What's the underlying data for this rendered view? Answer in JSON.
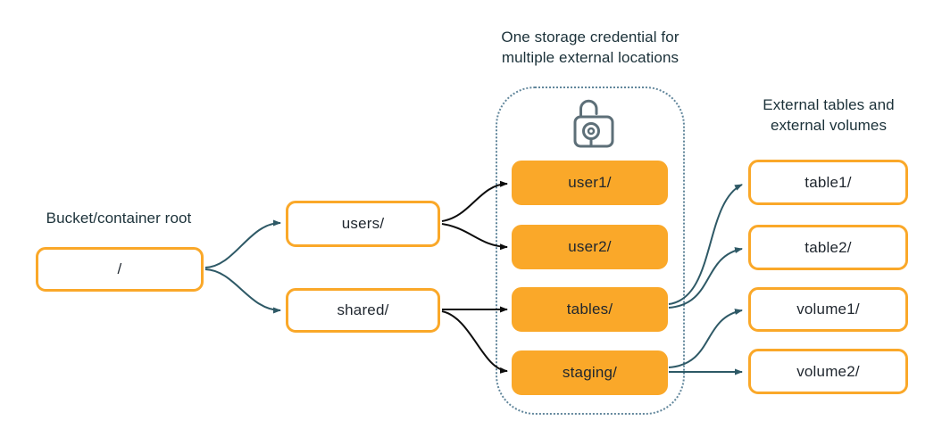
{
  "diagram": {
    "captions": {
      "root": "Bucket/container root",
      "credential": [
        "One storage credential for",
        "multiple external locations"
      ],
      "external": [
        "External tables and",
        "external volumes"
      ]
    },
    "nodes": {
      "root": {
        "label": "/",
        "style": "outline"
      },
      "users": {
        "label": "users/",
        "style": "outline"
      },
      "shared": {
        "label": "shared/",
        "style": "outline"
      },
      "user1": {
        "label": "user1/",
        "style": "solid"
      },
      "user2": {
        "label": "user2/",
        "style": "solid"
      },
      "tables": {
        "label": "tables/",
        "style": "solid"
      },
      "staging": {
        "label": "staging/",
        "style": "solid"
      },
      "table1": {
        "label": "table1/",
        "style": "outline"
      },
      "table2": {
        "label": "table2/",
        "style": "outline"
      },
      "volume1": {
        "label": "volume1/",
        "style": "outline"
      },
      "volume2": {
        "label": "volume2/",
        "style": "outline"
      }
    },
    "edges": [
      {
        "from": "root",
        "to": "users",
        "color": "teal"
      },
      {
        "from": "root",
        "to": "shared",
        "color": "teal"
      },
      {
        "from": "users",
        "to": "user1",
        "color": "black"
      },
      {
        "from": "users",
        "to": "user2",
        "color": "black"
      },
      {
        "from": "shared",
        "to": "tables",
        "color": "black"
      },
      {
        "from": "shared",
        "to": "staging",
        "color": "black"
      },
      {
        "from": "tables",
        "to": "table1",
        "color": "teal"
      },
      {
        "from": "tables",
        "to": "table2",
        "color": "teal"
      },
      {
        "from": "staging",
        "to": "volume1",
        "color": "teal"
      },
      {
        "from": "staging",
        "to": "volume2",
        "color": "teal"
      }
    ],
    "icons": {
      "lock": "open-padlock-icon"
    },
    "colors": {
      "orange": "#FAA829",
      "teal_arrow": "#2E5966",
      "black_arrow": "#0D0D0D",
      "text": "#1B3139",
      "lock_gray": "#5D6F78",
      "dotted_border": "#61869B",
      "background": "#FFFFFF"
    }
  }
}
